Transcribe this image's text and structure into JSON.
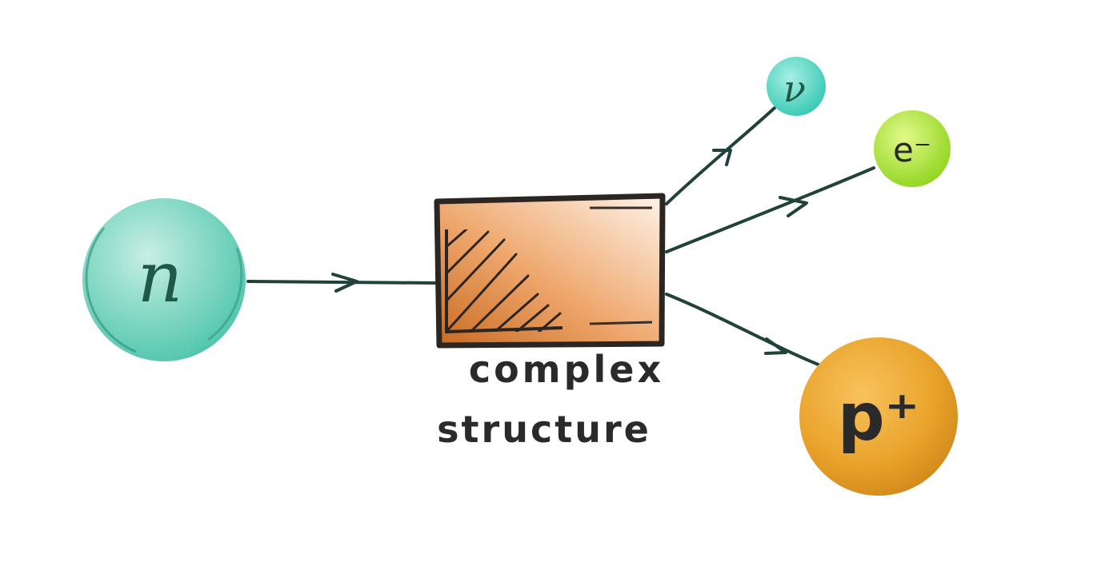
{
  "diagram": {
    "input_particle": {
      "label": "n",
      "color": "#5fd6c0"
    },
    "structure": {
      "caption_line1": "complex",
      "caption_line2": "structure",
      "color": "#e79a55"
    },
    "outputs": [
      {
        "label": "ν",
        "color": "#53d8c6"
      },
      {
        "label": "e⁻",
        "color": "#a7e83a"
      },
      {
        "label": "p⁺",
        "color": "#e8a52c"
      }
    ]
  }
}
